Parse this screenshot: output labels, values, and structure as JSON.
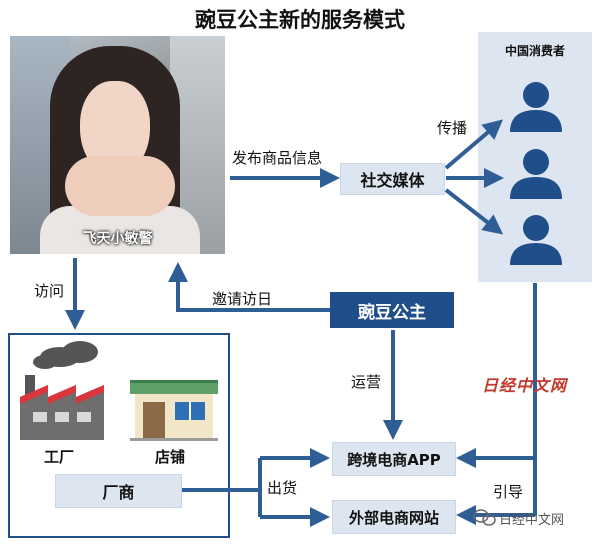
{
  "title": "豌豆公主新的服务模式",
  "photo_caption": "飞天小敏警",
  "consumers_title": "中国消费者",
  "labels": {
    "publish": "发布商品信息",
    "spread": "传播",
    "social_media": "社交媒体",
    "invite": "邀请访日",
    "visit": "访问",
    "princess": "豌豆公主",
    "operate": "运营",
    "factory": "工厂",
    "store": "店铺",
    "manufacturer": "厂商",
    "ship": "出货",
    "guide": "引导",
    "cross_border_app": "跨境电商APP",
    "external_site": "外部电商网站"
  },
  "watermarks": {
    "nikkei": "日经中文网",
    "wechat_account": "日经中文网"
  },
  "colors": {
    "arrow": "#2f5e96",
    "dark_box": "#1f4e8a",
    "light_box": "#dde6f0",
    "person": "#1f4e8a",
    "watermark": "#c0392b"
  }
}
